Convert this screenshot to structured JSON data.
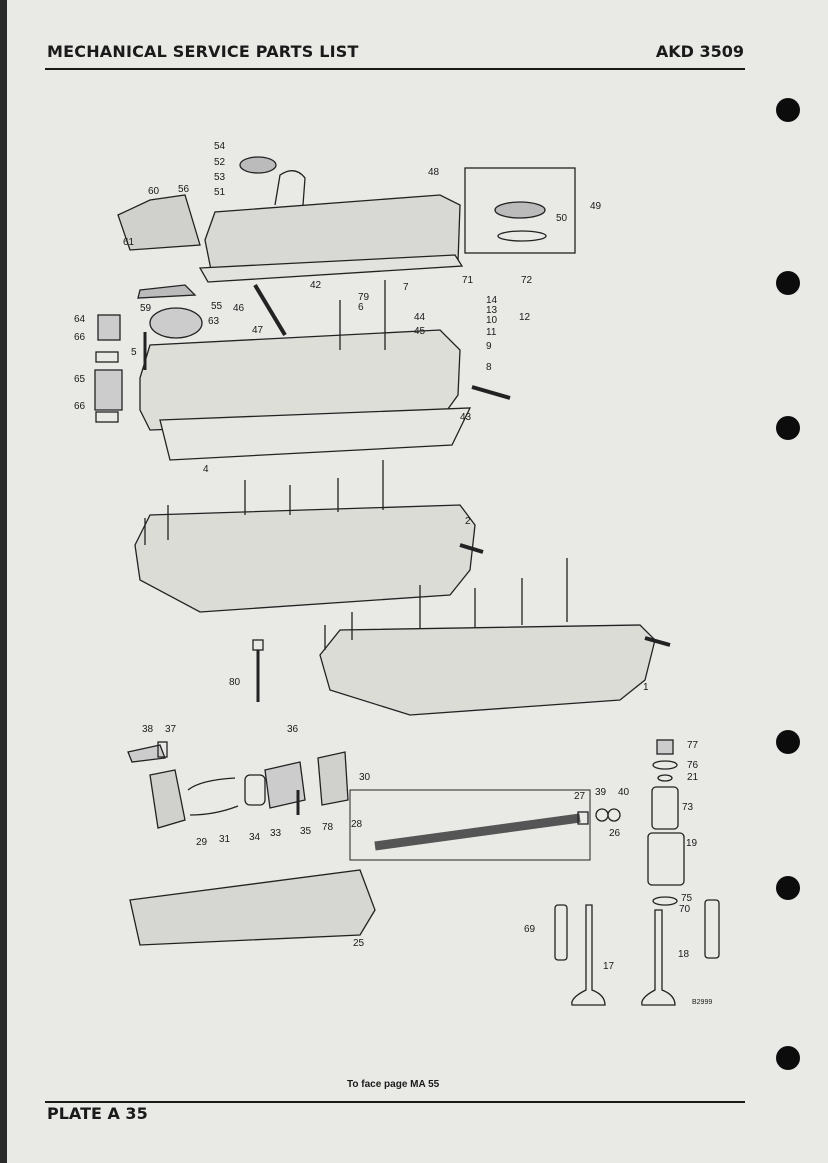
{
  "header": {
    "title": "MECHANICAL SERVICE PARTS LIST",
    "code": "AKD 3509"
  },
  "footer": {
    "note": "To face page MA 55",
    "plate": "PLATE A 35"
  },
  "diagram": {
    "reference": "B2999",
    "callouts": [
      "54",
      "52",
      "53",
      "51",
      "60",
      "56",
      "48",
      "49",
      "50",
      "61",
      "59",
      "55",
      "46",
      "47",
      "42",
      "7",
      "79",
      "6",
      "71",
      "72",
      "14",
      "13",
      "10",
      "11",
      "9",
      "12",
      "44",
      "45",
      "64",
      "63",
      "66",
      "5",
      "65",
      "8",
      "66",
      "43",
      "4",
      "2",
      "1",
      "80",
      "38",
      "37",
      "36",
      "30",
      "77",
      "76",
      "21",
      "27",
      "39",
      "40",
      "73",
      "28",
      "26",
      "19",
      "29",
      "31",
      "34",
      "33",
      "35",
      "78",
      "75",
      "70",
      "69",
      "25",
      "17",
      "18"
    ]
  }
}
